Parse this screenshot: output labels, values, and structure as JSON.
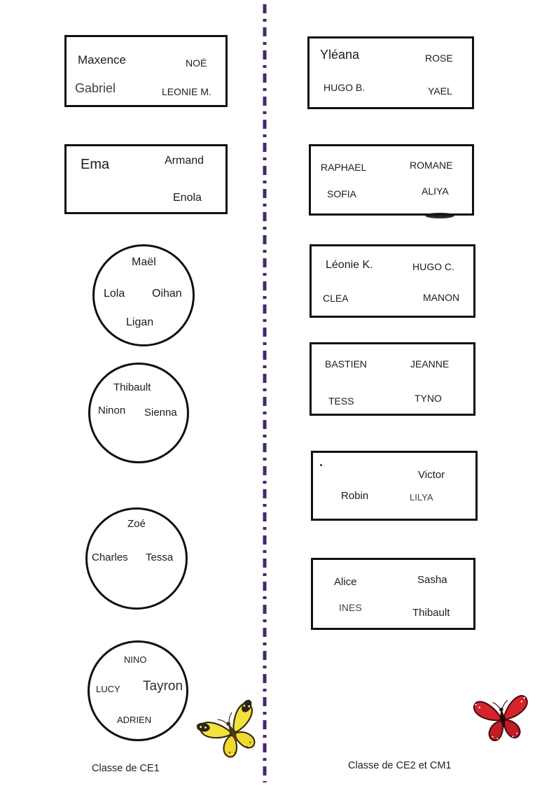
{
  "document": {
    "left_class_label": "Classe de CE1",
    "right_class_label": "Classe de CE2 et CM1"
  },
  "left_column": {
    "box1": {
      "shape": "rectangle",
      "names": [
        "Maxence",
        "NOÉ",
        "Gabriel",
        "LEONIE M."
      ]
    },
    "box2": {
      "shape": "rectangle",
      "names": [
        "Ema",
        "Armand",
        "Enola"
      ]
    },
    "circle1": {
      "shape": "circle",
      "names": [
        "Maël",
        "Lola",
        "Oihan",
        "Ligan"
      ]
    },
    "circle2": {
      "shape": "circle",
      "names": [
        "Thibault",
        "Ninon",
        "Sienna"
      ]
    },
    "circle3": {
      "shape": "circle",
      "names": [
        "Zoé",
        "Charles",
        "Tessa"
      ]
    },
    "circle4": {
      "shape": "circle",
      "names": [
        "NINO",
        "LUCY",
        "Tayron",
        "ADRIEN"
      ]
    }
  },
  "right_column": {
    "box1": {
      "shape": "rectangle",
      "names": [
        "Yléana",
        "ROSE",
        "HUGO B.",
        "YAEL"
      ]
    },
    "box2": {
      "shape": "rectangle",
      "names": [
        "RAPHAEL",
        "ROMANE",
        "SOFIA",
        "ALIYA"
      ]
    },
    "box3": {
      "shape": "rectangle",
      "names": [
        "Léonie K.",
        "HUGO C.",
        "CLEA",
        "MANON"
      ]
    },
    "box4": {
      "shape": "rectangle",
      "names": [
        "BASTIEN",
        "JEANNE",
        "TESS",
        "TYNO"
      ]
    },
    "box5": {
      "shape": "rectangle",
      "names": [
        "Victor",
        "Robin",
        "LILYA"
      ]
    },
    "box6": {
      "shape": "rectangle",
      "names": [
        "Alice",
        "Sasha",
        "INES",
        "Thibault"
      ]
    }
  },
  "decorations": {
    "divider_style": "vertical dash-dot line",
    "left_image": "yellow-butterfly",
    "right_image": "red-butterfly"
  },
  "colors": {
    "divider": "#46286e",
    "box_border": "#101010",
    "text": "#1b1b1b",
    "butterfly_yellow": "#f3e23c",
    "butterfly_red": "#d6242c"
  }
}
